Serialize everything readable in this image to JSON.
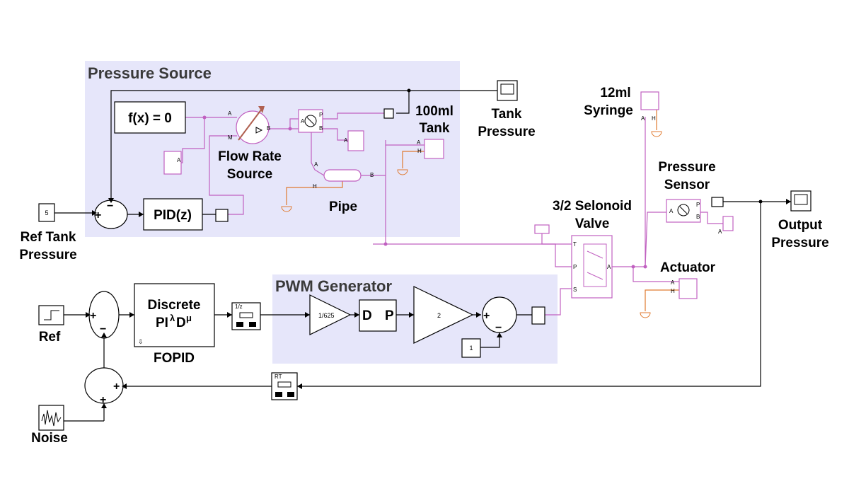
{
  "regions": {
    "pressure_source": "Pressure Source",
    "pwm_generator": "PWM Generator"
  },
  "blocks": {
    "fx": "f(x) = 0",
    "pid": "PID(z)",
    "ref_tank_const": "5",
    "fopid_line1": "Discrete",
    "fopid_line2_main": "PI",
    "fopid_line2_lambda": "λ",
    "fopid_line2_d": "D",
    "fopid_line2_mu": "μ",
    "delay": "1/z",
    "gain1": "1/625",
    "dp_d": "D",
    "dp_p": "P",
    "gain2": "2",
    "const1": "1",
    "rt": "RT"
  },
  "labels": {
    "ref_tank_pressure": [
      "Ref Tank",
      "Pressure"
    ],
    "ref": "Ref",
    "noise": "Noise",
    "fopid": "FOPID",
    "flow_rate_source": [
      "Flow Rate",
      "Source"
    ],
    "pipe": "Pipe",
    "tank": [
      "100ml",
      "Tank"
    ],
    "tank_pressure": [
      "Tank",
      "Pressure"
    ],
    "syringe": [
      "12ml",
      "Syringe"
    ],
    "pressure_sensor": [
      "Pressure",
      "Sensor"
    ],
    "valve": [
      "3/2 Selonoid",
      "Valve"
    ],
    "actuator": "Actuator",
    "output_pressure": [
      "Output",
      "Pressure"
    ]
  },
  "ports": {
    "a": "A",
    "b": "B",
    "m": "M",
    "p": "P",
    "h": "H",
    "t": "T",
    "s": "S"
  },
  "signs": {
    "plus": "+",
    "minus": "−"
  },
  "colors": {
    "region_fill": "#e6e6fa",
    "physical_line": "#c060c0",
    "thermal_line": "#e07a30",
    "signal_line": "#000000"
  }
}
